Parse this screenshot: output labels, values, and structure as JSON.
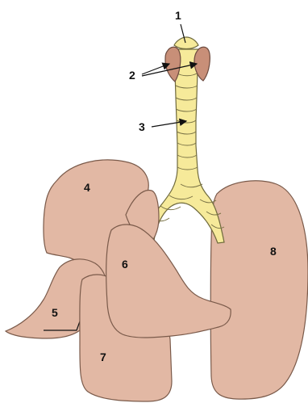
{
  "diagram": {
    "labels": {
      "one": "1",
      "two": "2",
      "three": "3",
      "four": "4",
      "five": "5",
      "six": "6",
      "seven": "7",
      "eight": "8"
    }
  },
  "colors": {
    "lung_fill": "#e2b8a4",
    "trachea_fill": "#f6ea9a",
    "thyroid_fill": "#c88f78",
    "outline": "#7a5a4a",
    "label_text": "#111111"
  }
}
